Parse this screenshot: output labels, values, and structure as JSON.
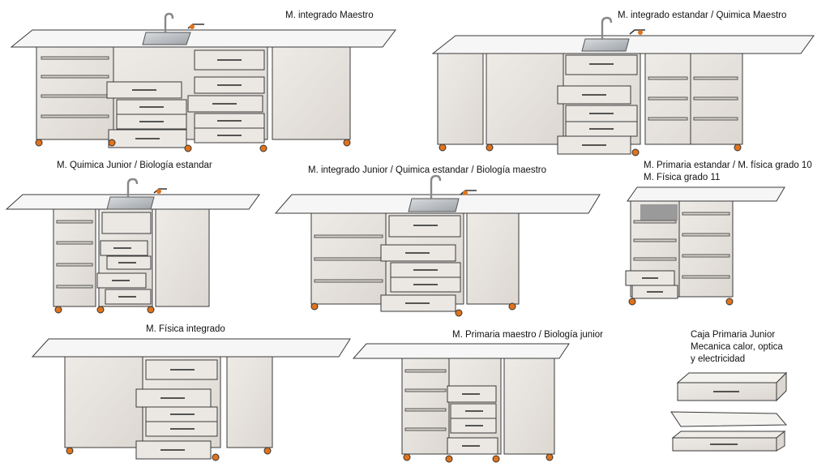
{
  "labels": {
    "m_integrado_maestro": "M. integrado Maestro",
    "m_integrado_estandar_quimica_maestro": "M. integrado estandar / Quimica Maestro",
    "m_quimica_junior_biologia_estandar": "M. Quimica Junior /  Biología estandar",
    "m_integrado_junior_quimica_estandar_biologia_maestro": "M. integrado Junior / Quimica estandar / Biología maestro",
    "m_primaria_estandar_fisica_grado_10": "M. Primaria estandar / M. física grado 10",
    "m_fisica_grado_11": "M.  Física grado 11",
    "m_fisica_integrado": "M. Física integrado",
    "m_primaria_maestro_biologia_junior": "M. Primaria maestro / Biología junior",
    "caja_primaria_junior": "Caja Primaria Junior",
    "mecanica_calor_optica": "Mecanica calor, optica",
    "y_electricidad": "y electricidad"
  },
  "colors": {
    "cabinet_fill": "#ebe8e4",
    "panel_fill": "#e3dfdb",
    "edge": "#3a3a3a",
    "countertop": "#f6f6f6",
    "sink_steel": "#b9bcc0",
    "wheel": "#e0731c",
    "shelf": "#cfcac4"
  },
  "icons": {
    "faucet": "faucet-icon",
    "gas_valve": "gas-valve-icon",
    "wheel": "caster-wheel-icon"
  }
}
